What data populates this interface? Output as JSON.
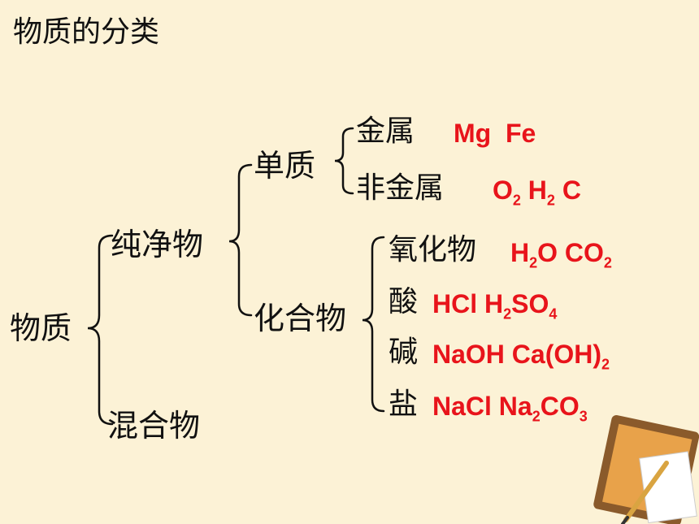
{
  "title": "物质的分类",
  "tree": {
    "root": "物质",
    "pure": "纯净物",
    "mixture": "混合物",
    "element": "单质",
    "compound": "化合物",
    "metal": "金属",
    "nonmetal": "非金属",
    "oxide": "氧化物",
    "acid": "酸",
    "base": "碱",
    "salt": "盐"
  },
  "examples": {
    "metal": [
      {
        "t": "Mg"
      },
      {
        "t": "  "
      },
      {
        "t": "Fe"
      }
    ],
    "nonmetal": [
      {
        "t": "O"
      },
      {
        "t": "2",
        "sub": true
      },
      {
        "t": " H"
      },
      {
        "t": "2",
        "sub": true
      },
      {
        "t": " C"
      }
    ],
    "oxide": [
      {
        "t": "H"
      },
      {
        "t": "2",
        "sub": true
      },
      {
        "t": "O CO"
      },
      {
        "t": "2",
        "sub": true
      }
    ],
    "acid": [
      {
        "t": "HCl H"
      },
      {
        "t": "2",
        "sub": true
      },
      {
        "t": "SO"
      },
      {
        "t": "4",
        "sub": true
      }
    ],
    "base": [
      {
        "t": "NaOH Ca(OH)"
      },
      {
        "t": "2",
        "sub": true
      }
    ],
    "salt": [
      {
        "t": "NaCl Na"
      },
      {
        "t": "2",
        "sub": true
      },
      {
        "t": "CO"
      },
      {
        "t": "3",
        "sub": true
      }
    ]
  },
  "colors": {
    "background": "#fcf2d6",
    "text": "#111111",
    "example": "#e8141b"
  }
}
